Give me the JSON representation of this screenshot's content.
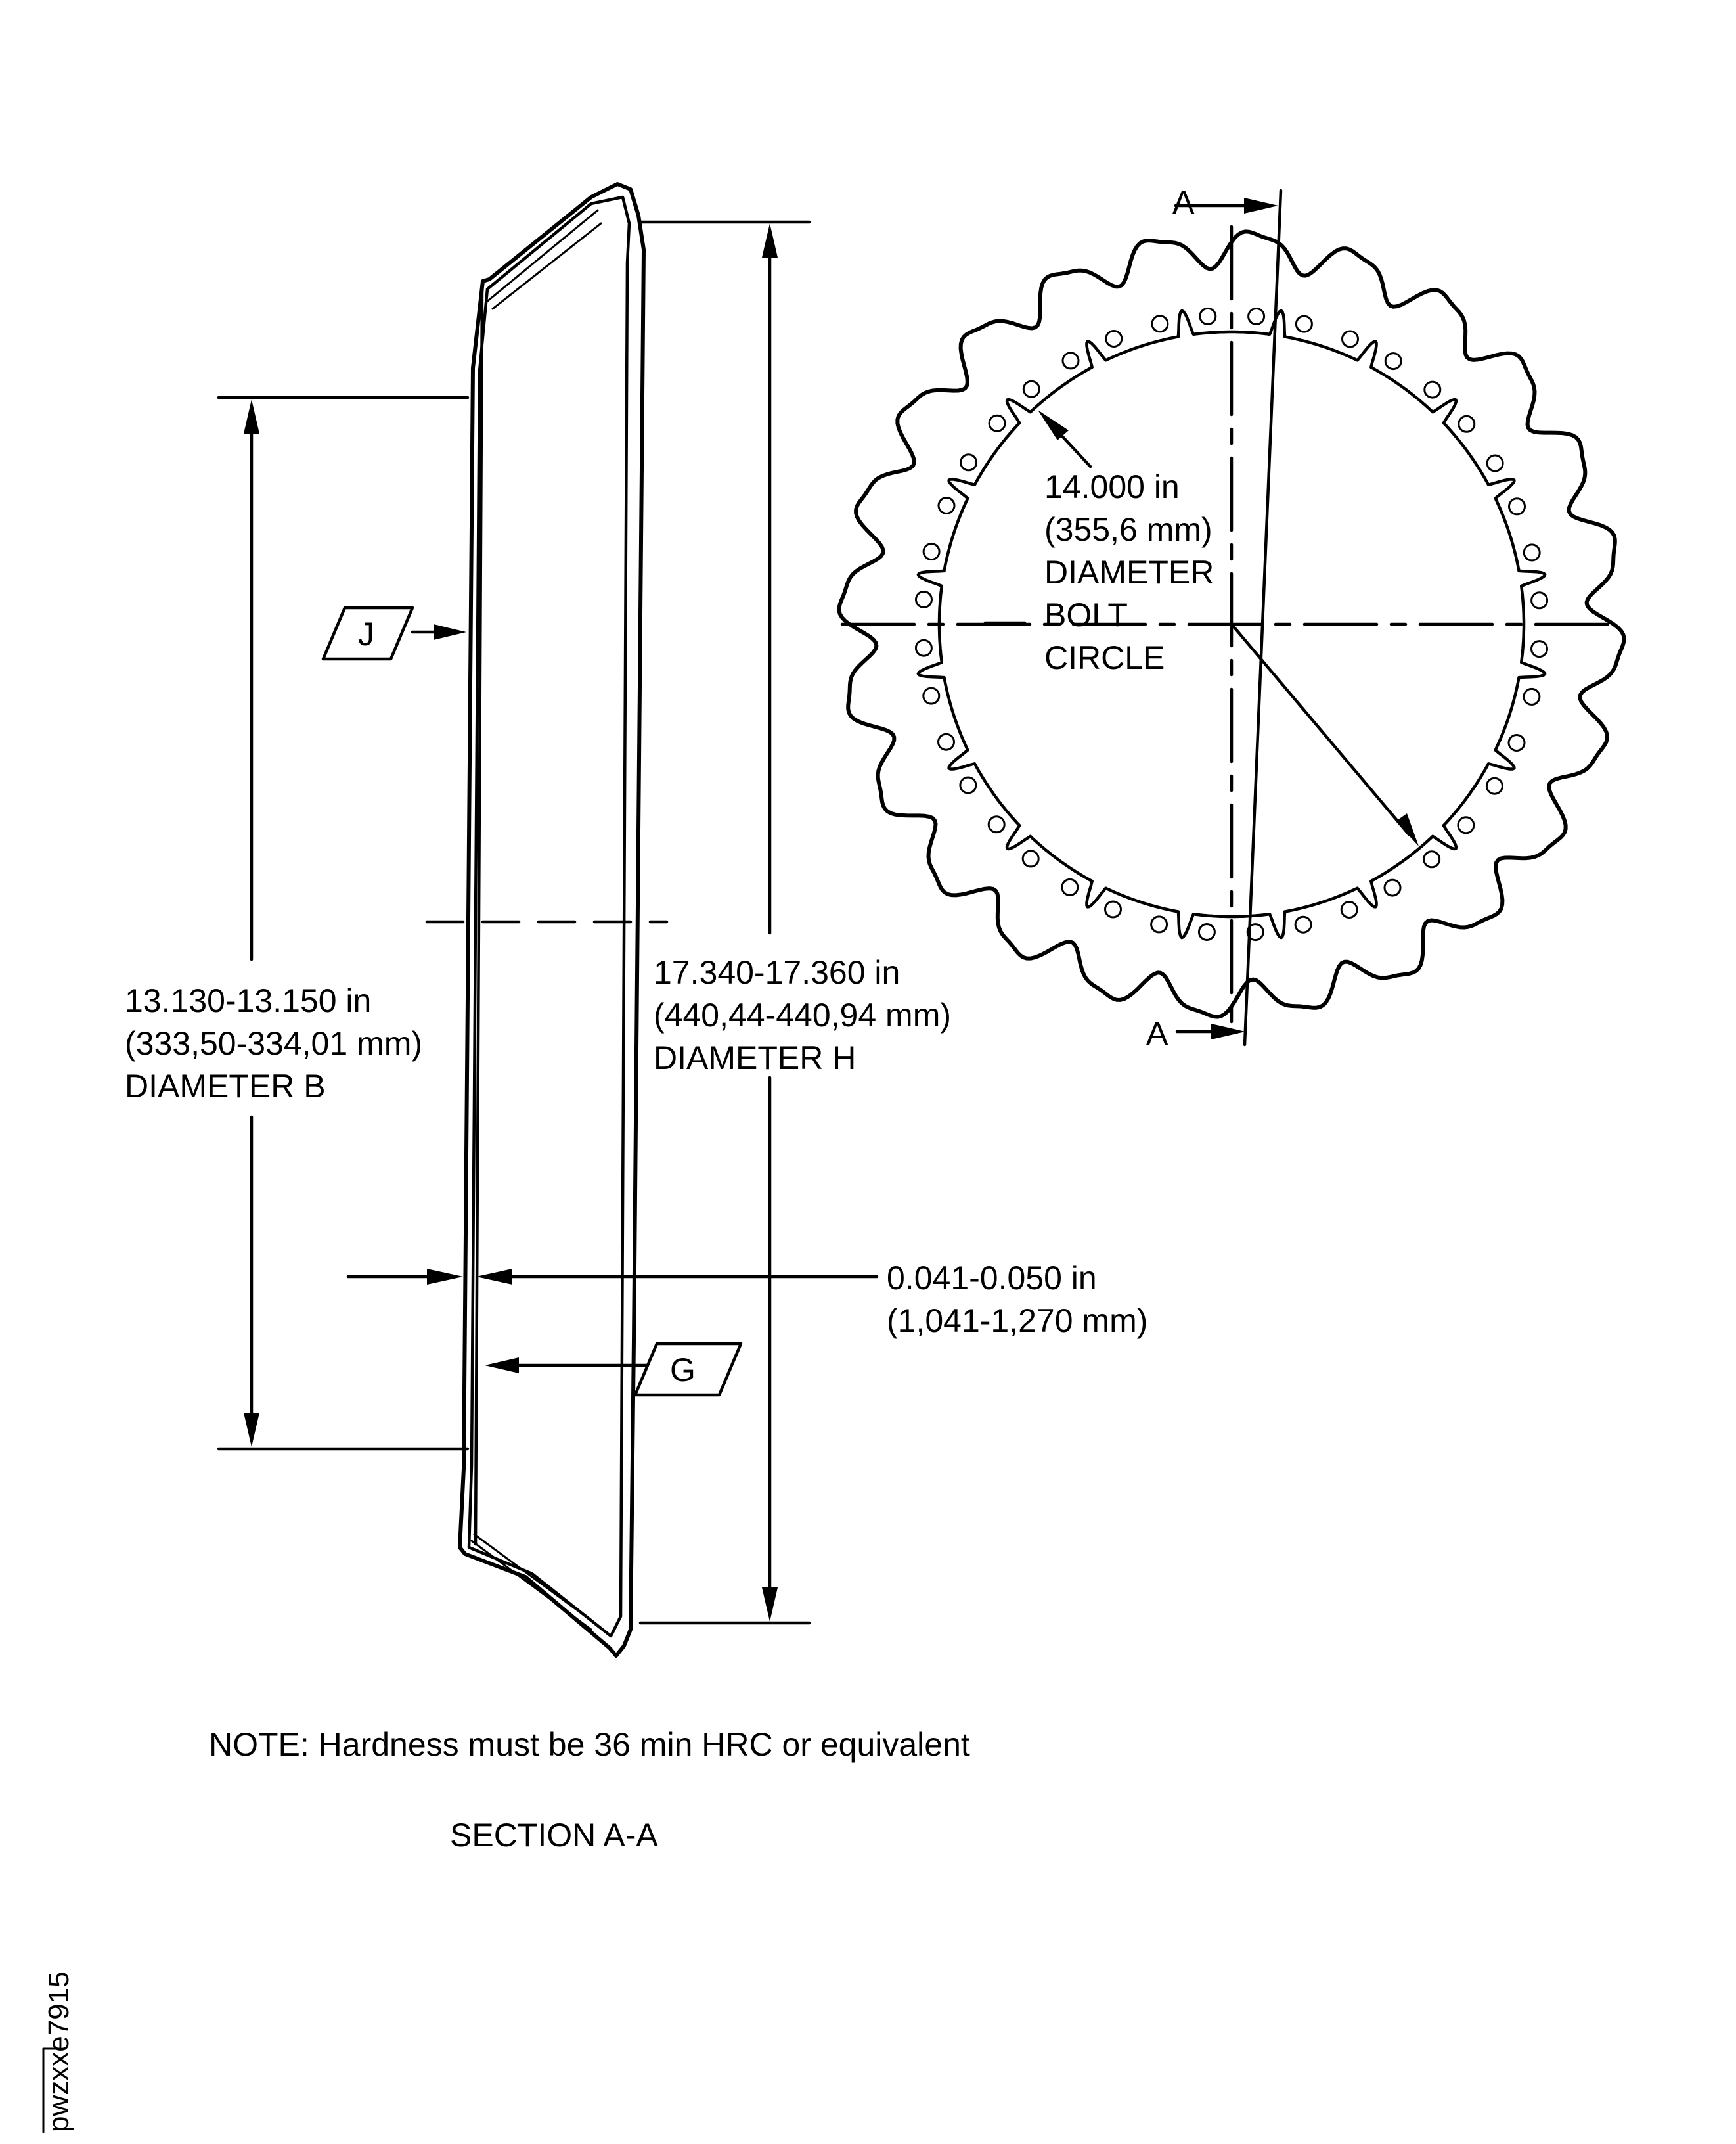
{
  "dimensions": {
    "diameter_b": {
      "range_in": "13.130-13.150 in",
      "range_mm": "(333,50-334,01 mm)",
      "label": "DIAMETER B"
    },
    "diameter_h": {
      "range_in": "17.340-17.360 in",
      "range_mm": "(440,44-440,94 mm)",
      "label": "DIAMETER H"
    },
    "thickness": {
      "range_in": "0.041-0.050 in",
      "range_mm": "(1,041-1,270 mm)"
    },
    "bolt_circle": {
      "value_in": "14.000 in",
      "value_mm": "(355,6 mm)",
      "line1": "DIAMETER",
      "line2": "BOLT",
      "line3": "CIRCLE"
    }
  },
  "datums": {
    "j": "J",
    "g": "G"
  },
  "section_markers": {
    "top": "A",
    "bottom": "A"
  },
  "note": "NOTE: Hardness must be 36 min HRC or equivalent",
  "section_title": "SECTION A-A",
  "figure_id": "pwzxxe7915"
}
